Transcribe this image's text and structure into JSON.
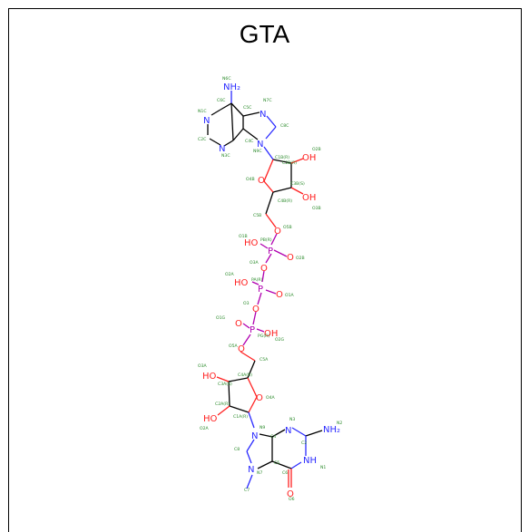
{
  "title": "GTA",
  "atoms": {
    "nh2_top": "NH₂",
    "n1_top": "N",
    "n3_top": "N",
    "n7_top": "N",
    "n9_top": "N",
    "o4_top": "O",
    "oh2_top": "OH",
    "oh3_top": "OH",
    "o5_top": "O",
    "ho_p1": "HO",
    "p1": "P",
    "o_p1": "O",
    "o_bridge1": "O",
    "ho_p2": "HO",
    "p2": "P",
    "o_p2": "O",
    "o_bridge2": "O",
    "o_p3": "O",
    "p3": "P",
    "oh_p3": "OH",
    "o5_bot": "O",
    "oh3_bot": "HO",
    "o4_bot": "O",
    "oh2_bot": "HO",
    "n9_bot": "N",
    "n3_bot": "N",
    "nh2_bot": "NH₂",
    "nh1_bot": "NH",
    "n7_bot": "N",
    "o6_bot": "O"
  },
  "labels": {
    "n6c": "N6C",
    "c6c": "C6C",
    "c5c": "C5C",
    "n7c": "N7C",
    "n1c": "N1C",
    "c8c": "C8C",
    "c2c": "C2C",
    "n3c": "N3C",
    "c4c": "C4C",
    "n9c": "N9C",
    "c1b": "C1B(R)",
    "c2b": "C2B(R)",
    "o2b": "O2B",
    "o4b": "O4B",
    "c3b": "C3B(S)",
    "o3b": "O3B",
    "c4b": "C4B(R)",
    "c5b": "C5B",
    "o5b": "O5B",
    "o1b": "O1B",
    "pb": "PB(R)",
    "o2bp": "O2B",
    "o3a": "O3A",
    "o3a2": "O3A",
    "o2a": "O2A",
    "pa": "PA(R)",
    "o1a": "O1A",
    "o3": "O3",
    "o1g": "O1G",
    "pg": "PG(R)",
    "o2g": "O2G",
    "o5a": "O5A",
    "c5a": "C5A",
    "c4a": "C4A(R)",
    "o3ga": "O3A",
    "c3a": "C3A(S)",
    "o4a": "O4A",
    "c2a": "C2A(R)",
    "o2ga": "O2A",
    "c1a": "C1A(R)",
    "n9": "N9",
    "n3": "N3",
    "n2": "N2",
    "c8": "C8",
    "c4": "C4",
    "c2": "C2",
    "c5": "C5",
    "n1": "N1",
    "n7": "N7",
    "c6": "C6",
    "c7": "C7",
    "o6": "O6"
  }
}
